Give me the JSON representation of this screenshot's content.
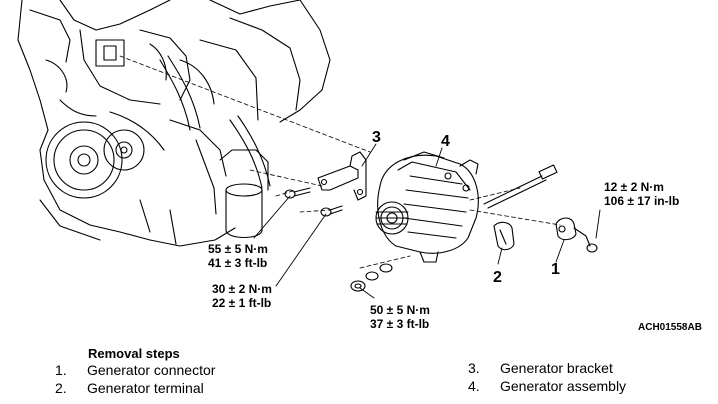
{
  "callouts": {
    "item1": "1",
    "item2": "2",
    "item3": "3",
    "item4": "4"
  },
  "torques": {
    "t1": {
      "nm": "12 ± 2 N·m",
      "imp": "106 ± 17 in-lb"
    },
    "t2": {
      "nm": "55 ± 5 N·m",
      "imp": "41 ± 3 ft-lb"
    },
    "t3": {
      "nm": "30 ± 2 N·m",
      "imp": "22 ± 1 ft-lb"
    },
    "t4": {
      "nm": "50 ± 5 N·m",
      "imp": "37 ± 3 ft-lb"
    }
  },
  "figure_ref": "ACH01558AB",
  "removal_steps": {
    "title": "Removal steps",
    "items": [
      {
        "num": "1.",
        "text": "Generator connector"
      },
      {
        "num": "2.",
        "text": "Generator terminal"
      },
      {
        "num": "3.",
        "text": "Generator bracket"
      },
      {
        "num": "4.",
        "text": "Generator assembly"
      }
    ]
  }
}
